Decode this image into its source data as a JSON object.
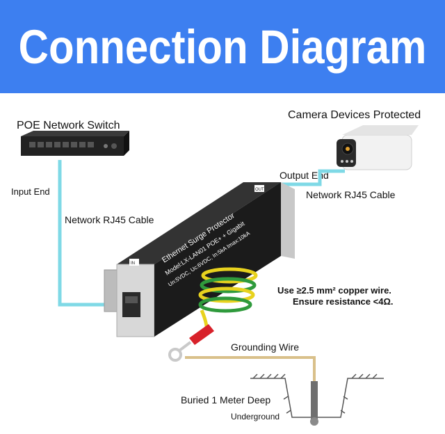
{
  "title": "Connection Diagram",
  "labels": {
    "switch": "POE Network Switch",
    "input_end": "Input End",
    "cable_left": "Network RJ45 Cable",
    "camera": "Camera Devices Protected",
    "output_end": "Output End",
    "cable_right": "Network RJ45 Cable",
    "copper_line1": "Use ≥2.5 mm² copper wire.",
    "copper_line2": "Ensure resistance <4Ω.",
    "grounding": "Grounding Wire",
    "buried": "Buried 1 Meter Deep",
    "underground": "Underground"
  },
  "device_text": {
    "line1": "Ethernet Surge Protector",
    "line2": "Model:LX-LAN01 POE+ + Gigabit",
    "line3": "Un:5VDC, Uc:6VDC, In:5kA Imax:10kA",
    "in_tag": "IN",
    "out_tag": "OUT"
  },
  "colors": {
    "banner": "#3d7ff0",
    "cable": "#7fd9e6",
    "device_body": "#1b1b1b",
    "ground_yellow": "#e8d21e",
    "ground_green": "#2f9a3c",
    "ground_wire": "#d9c08a",
    "lug": "#d8212a"
  },
  "icons": [
    "network-switch",
    "bullet-camera",
    "surge-protector",
    "ground-spiral",
    "ring-lug",
    "ground-rod"
  ]
}
